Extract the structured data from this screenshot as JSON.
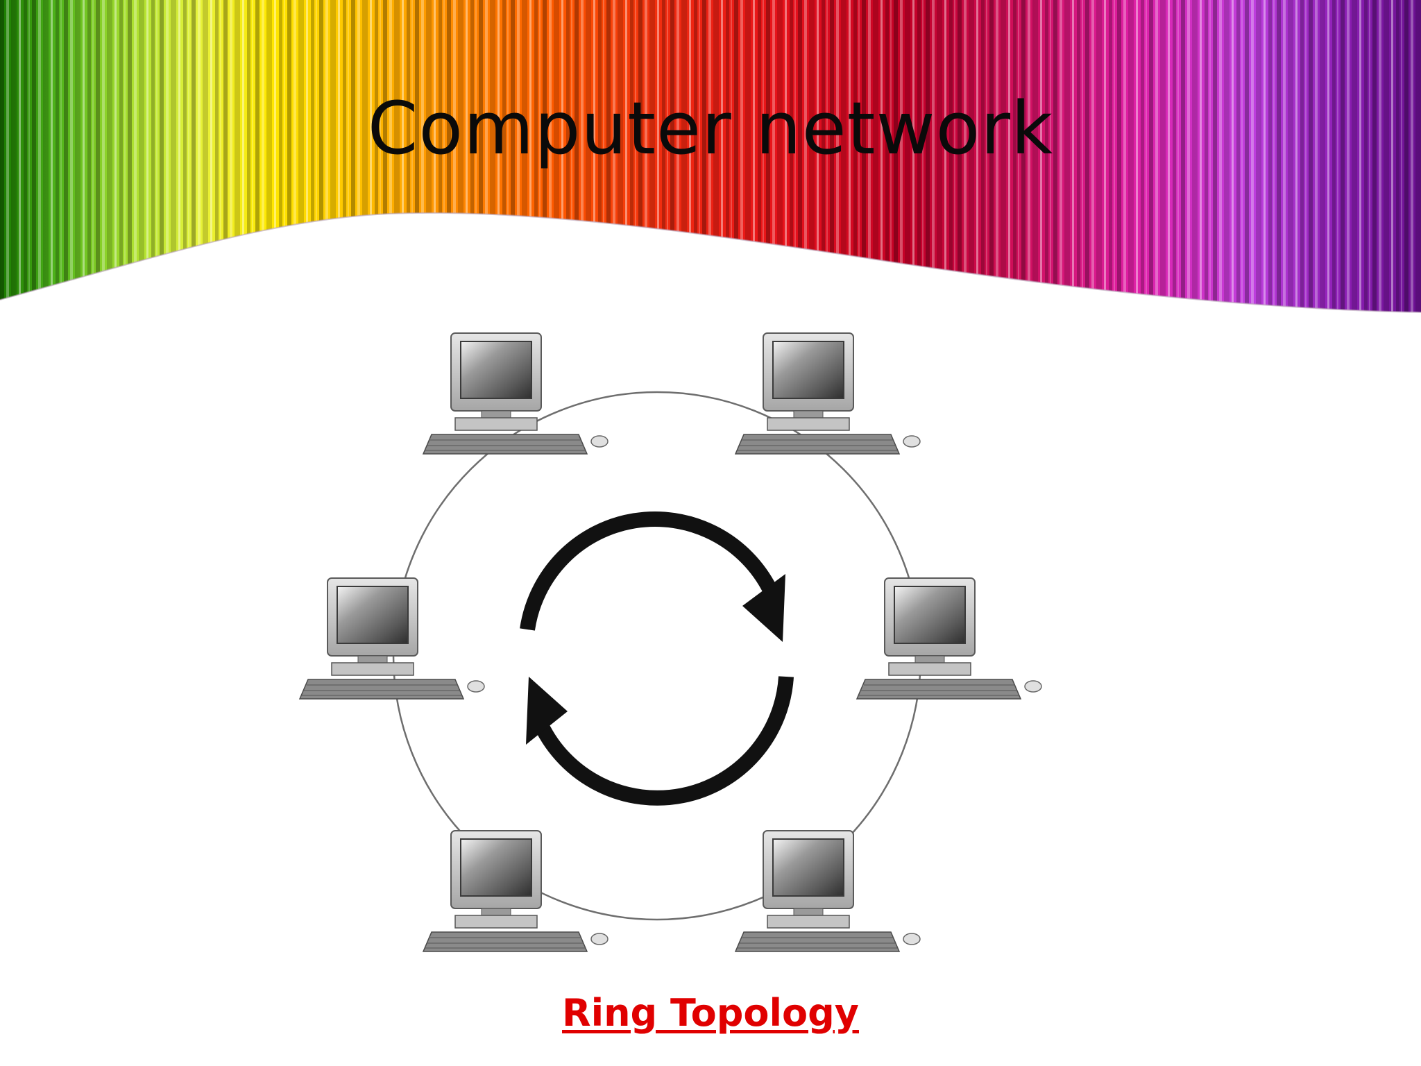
{
  "slide": {
    "title": "Computer network",
    "caption": "Ring Topology"
  },
  "banner": {
    "stripe_colors": [
      "#1a7a00",
      "#5ec21a",
      "#c8ee2c",
      "#ffe800",
      "#ffc400",
      "#ff8a00",
      "#ff4a00",
      "#e8121a",
      "#c40028",
      "#d0105e",
      "#e020a8",
      "#b030d0",
      "#7a18a8"
    ]
  },
  "diagram": {
    "type": "ring-topology",
    "nodes": [
      {
        "icon": "computer-icon"
      },
      {
        "icon": "computer-icon"
      },
      {
        "icon": "computer-icon"
      },
      {
        "icon": "computer-icon"
      },
      {
        "icon": "computer-icon"
      },
      {
        "icon": "computer-icon"
      }
    ],
    "center_icon": "cycle-arrows-icon"
  },
  "colors": {
    "title": "#0a0a0a",
    "caption": "#e00000",
    "ring": "#6e6e6e"
  }
}
